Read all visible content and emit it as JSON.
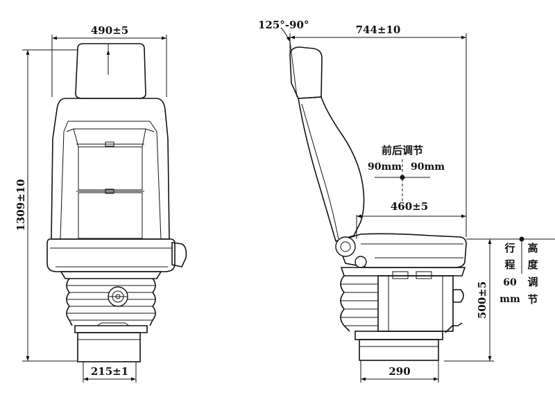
{
  "front_view": {
    "width_label": "490±5",
    "height_label": "1309±10",
    "base_width_label": "215±1"
  },
  "side_view": {
    "recline_label": "125°-90°",
    "depth_label": "744±10",
    "fore_aft_title": "前后调节",
    "fore_aft_left": "90mm",
    "fore_aft_right": "90mm",
    "cushion_depth_label": "460±5",
    "base_length_label": "290",
    "seat_height_label": "500±5",
    "stroke_label": [
      "行",
      "程",
      "60",
      "mm"
    ],
    "height_adjust_label": [
      "高",
      "度",
      "调",
      "节"
    ]
  }
}
